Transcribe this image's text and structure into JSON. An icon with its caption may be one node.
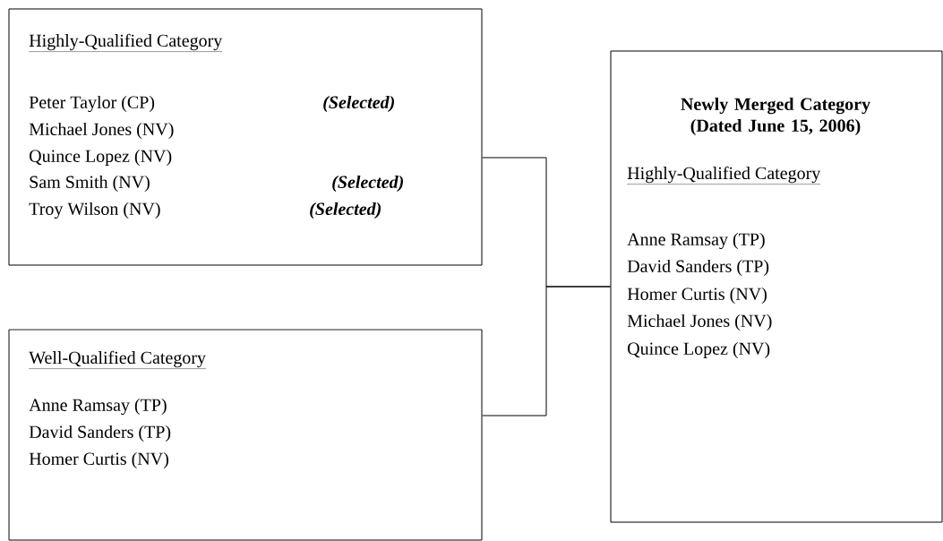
{
  "diagram": {
    "nodes": [
      {
        "text": [
          "Highly-Qualified Category",
          "Peter Taylor (CP)",
          "(Selected)",
          "Michael Jones (NV)",
          "Quince Lopez (NV)",
          "Sam Smith (NV)",
          "(Selected)",
          "Troy Wilson (NV)",
          "(Selected)"
        ]
      },
      {
        "text": [
          "Well-Qualified Category",
          "Anne Ramsay (TP)",
          "David Sanders (TP)",
          "Homer Curtis (NV)"
        ]
      },
      {
        "text": [
          "Newly Merged Category (Dated June 15, 2006)",
          "Highly-Qualified Category",
          "Anne Ramsay (TP)",
          "David Sanders (TP)",
          "Homer Curtis (NV)",
          "Michael Jones (NV)",
          "Quince Lopez (NV)"
        ]
      }
    ],
    "edges": [
      {
        "from": 0,
        "to": 2,
        "arrow": "none"
      },
      {
        "from": 1,
        "to": 2,
        "arrow": "none"
      }
    ]
  }
}
